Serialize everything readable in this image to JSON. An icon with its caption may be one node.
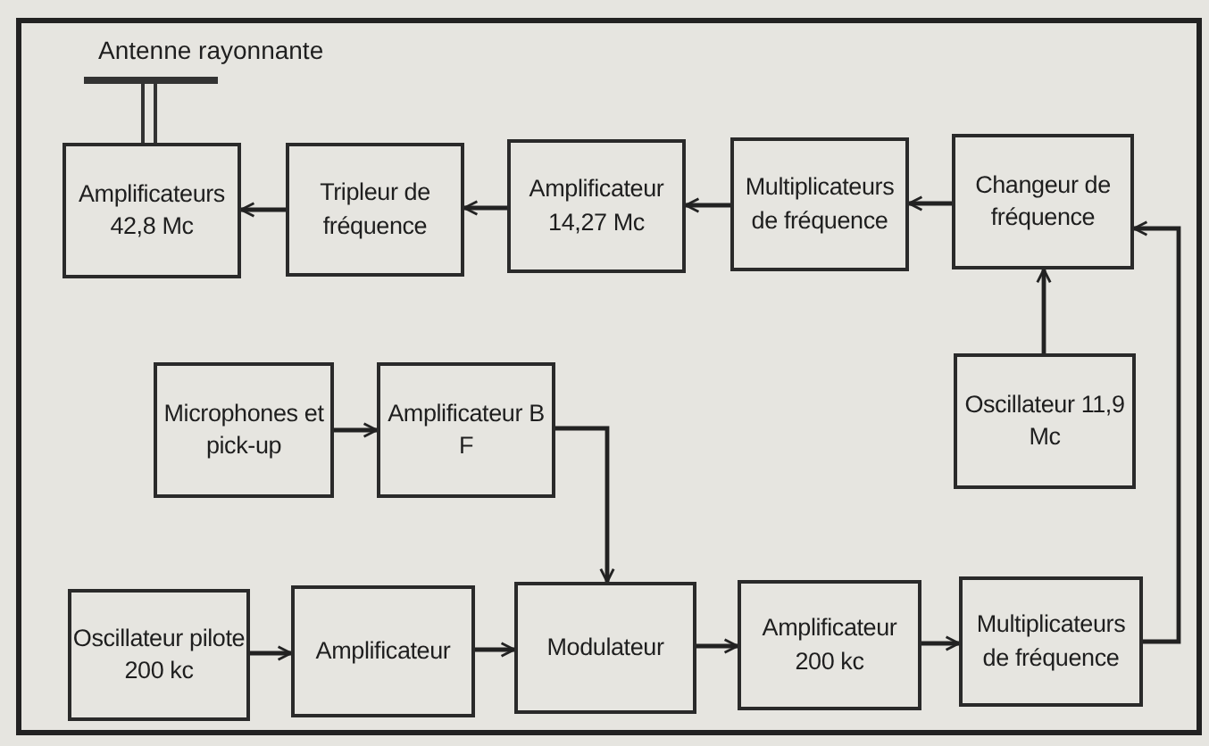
{
  "diagram": {
    "nodes": [
      {
        "text": [
          "Amplificateurs 42,8 Mc"
        ]
      },
      {
        "text": [
          "Tripleur de fréquence"
        ]
      },
      {
        "text": [
          "Amplificateur 14,27 Mc"
        ]
      },
      {
        "text": [
          "Multiplicateurs de fréquence"
        ]
      },
      {
        "text": [
          "Changeur de fréquence"
        ]
      },
      {
        "text": [
          "Microphones et pick-up"
        ]
      },
      {
        "text": [
          "Amplificateur B F"
        ]
      },
      {
        "text": [
          "Oscillateur 11,9 Mc"
        ]
      },
      {
        "text": [
          "Oscillateur pilote 200 kc"
        ]
      },
      {
        "text": [
          "Amplificateur"
        ]
      },
      {
        "text": [
          "Modulateur"
        ]
      },
      {
        "text": [
          "Amplificateur 200 kc"
        ]
      },
      {
        "text": [
          "Multiplicateurs de fréquence"
        ]
      }
    ],
    "edges": [
      {
        "from": 1,
        "to": 0,
        "arrow": "to"
      },
      {
        "from": 2,
        "to": 1,
        "arrow": "to"
      },
      {
        "from": 3,
        "to": 2,
        "arrow": "to"
      },
      {
        "from": 4,
        "to": 3,
        "arrow": "to"
      },
      {
        "from": 7,
        "to": 4,
        "arrow": "to"
      },
      {
        "from": 5,
        "to": 6,
        "arrow": "to"
      },
      {
        "from": 6,
        "to": 10,
        "arrow": "to"
      },
      {
        "from": 8,
        "to": 9,
        "arrow": "to"
      },
      {
        "from": 9,
        "to": 10,
        "arrow": "to"
      },
      {
        "from": 10,
        "to": 11,
        "arrow": "to"
      },
      {
        "from": 11,
        "to": 12,
        "arrow": "to"
      },
      {
        "from": 12,
        "to": 4,
        "arrow": "to"
      }
    ],
    "labels": [
      "Antenne rayonnante"
    ]
  }
}
